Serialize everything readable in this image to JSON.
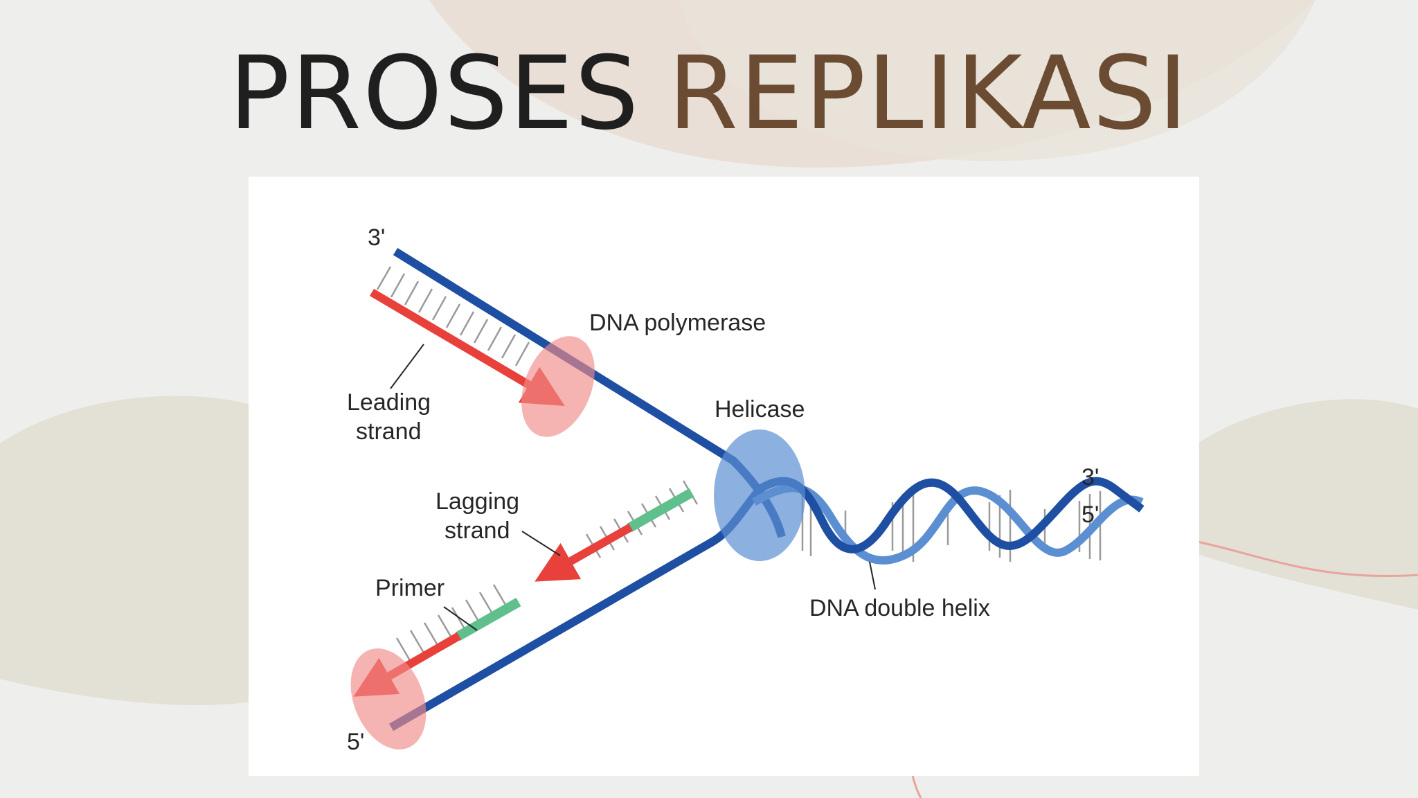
{
  "slide": {
    "title_part1": "PROSES",
    "title_part2": "REPLIKASI"
  },
  "colors": {
    "template_strand": "#1f4fa3",
    "new_strand": "#e8403a",
    "primer": "#5fc08e",
    "polymerase": "#ef8a88",
    "helicase": "#5b8fd1",
    "title_dark": "#1f1f1f",
    "title_brown": "#6b4c33"
  },
  "diagram": {
    "labels": {
      "top_3prime": "3'",
      "dna_polymerase": "DNA polymerase",
      "leading_line1": "Leading",
      "leading_line2": "strand",
      "helicase": "Helicase",
      "lagging_line1": "Lagging",
      "lagging_line2": "strand",
      "primer": "Primer",
      "bottom_5prime": "5'",
      "right_3prime": "3'",
      "right_5prime": "5'",
      "double_helix": "DNA double helix"
    },
    "icons": [
      "dna-polymerase-icon",
      "helicase-icon",
      "leading-arrow-icon",
      "lagging-arrow-icon"
    ]
  }
}
